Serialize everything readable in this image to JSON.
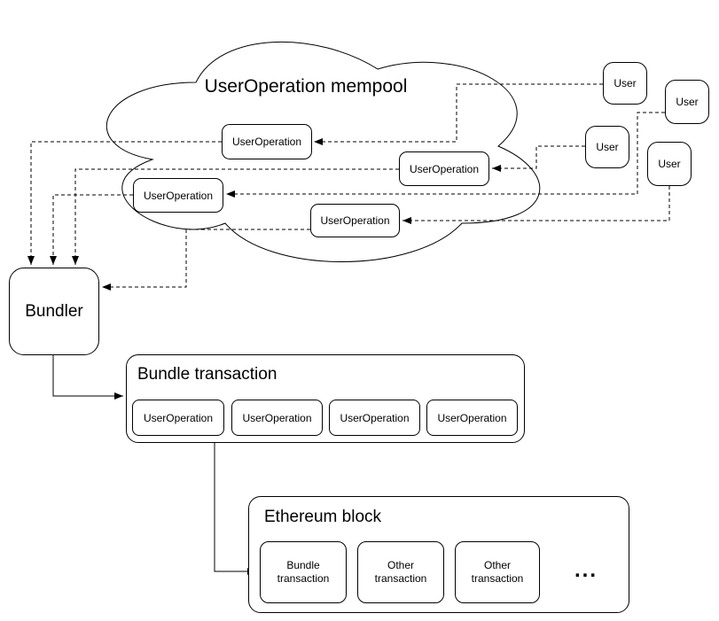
{
  "mempool": {
    "title": "UserOperation mempool",
    "operations": [
      {
        "label": "UserOperation"
      },
      {
        "label": "UserOperation"
      },
      {
        "label": "UserOperation"
      },
      {
        "label": "UserOperation"
      }
    ]
  },
  "users": [
    {
      "label": "User"
    },
    {
      "label": "User"
    },
    {
      "label": "User"
    },
    {
      "label": "User"
    }
  ],
  "bundler": {
    "label": "Bundler"
  },
  "bundle_transaction": {
    "title": "Bundle transaction",
    "operations": [
      {
        "label": "UserOperation"
      },
      {
        "label": "UserOperation"
      },
      {
        "label": "UserOperation"
      },
      {
        "label": "UserOperation"
      }
    ]
  },
  "ethereum_block": {
    "title": "Ethereum block",
    "transactions": [
      {
        "label": "Bundle transaction"
      },
      {
        "label": "Other transaction"
      },
      {
        "label": "Other transaction"
      }
    ],
    "ellipsis": "..."
  },
  "colors": {
    "stroke": "#000000",
    "background": "#ffffff",
    "text": "#000000"
  }
}
